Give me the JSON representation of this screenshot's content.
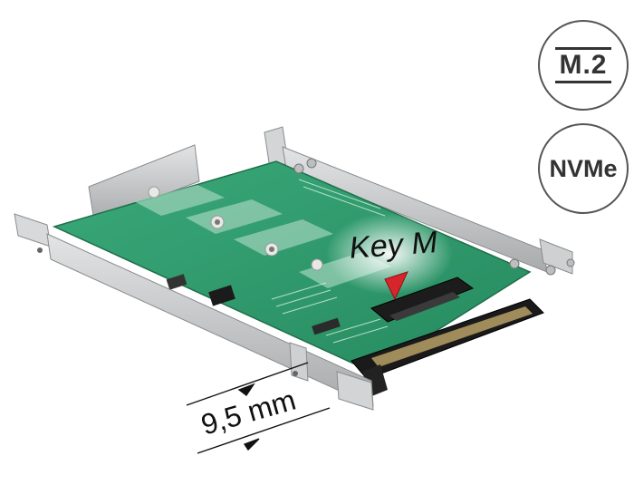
{
  "badges": {
    "m2": "M.2",
    "nvme": "NVMe"
  },
  "callouts": {
    "key": "Key M",
    "thickness": "9,5 mm"
  },
  "colors": {
    "pcb": "#2e9a6e",
    "pcb_light": "#43b586",
    "frame": "#c9cbcd",
    "frame_dark": "#9a9c9e",
    "connector": "#1c1c1c",
    "marker": "#d7262b"
  },
  "icons": [
    "m2-badge-icon",
    "nvme-badge-icon",
    "key-marker-icon",
    "dimension-arrow-icon"
  ]
}
